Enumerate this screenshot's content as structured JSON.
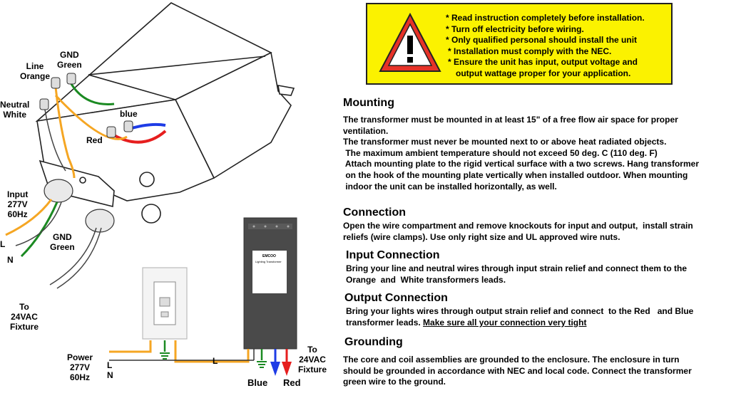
{
  "warning": {
    "items": [
      "* Read instruction completely before installation.",
      "* Turn off electricity before wiring.",
      "* Only qualified personal should install the unit",
      "* Installation must comply with the NEC.",
      "* Ensure the unit has input, output voltage and",
      "output wattage proper for your application."
    ]
  },
  "diagram": {
    "line_orange": [
      "Line",
      "Orange"
    ],
    "gnd_green_top": [
      "GND",
      "Green"
    ],
    "neutral_white": [
      "Neutral",
      "White"
    ],
    "blue": "blue",
    "red": "Red",
    "input_spec": [
      "Input",
      "277V",
      "60Hz"
    ],
    "l_left": "L",
    "n_left": "N",
    "gnd_green_bottom": [
      "GND",
      "Green"
    ],
    "to_fixture_left": [
      "To",
      "24VAC",
      "Fixture"
    ],
    "power_spec": [
      "Power",
      "277V",
      "60Hz"
    ],
    "l_power": "L",
    "n_power": "N",
    "l_mid": "L",
    "to_fixture_right": [
      "To",
      "24VAC",
      "Fixture"
    ],
    "blue_bottom": "Blue",
    "red_bottom": "Red",
    "product_brand": "EMCOO",
    "product_name": "Lighting Transformer"
  },
  "sections": {
    "mounting": {
      "heading": "Mounting",
      "lines": [
        "The transformer must be mounted in at least 15\" of a free flow air space for proper",
        "ventilation.",
        "The transformer must never be mounted next to or above heat radiated objects.",
        " The maximum ambient temperature should not exceed 50 deg. C (110 deg. F)",
        " Attach mounting plate to the rigid vertical surface with a two screws. Hang transformer",
        " on the hook of the mounting plate vertically when installed outdoor. When mounting",
        " indoor the unit can be installed horizontally, as well."
      ]
    },
    "connection": {
      "heading": "Connection",
      "lines": [
        "Open the wire compartment and remove knockouts for input and output,  install strain",
        "reliefs (wire clamps). Use only right size and UL approved wire nuts."
      ]
    },
    "input": {
      "heading": "Input Connection",
      "lines": [
        "Bring your line and neutral wires through input strain relief and connect them to the",
        "Orange  and  White transformers leads."
      ]
    },
    "output": {
      "heading": "Output Connection",
      "lines": [
        "Bring your lights wires through output strain relief and connect  to the Red   and Blue",
        "transformer leads. "
      ],
      "underlined": "Make sure all your connection very tight"
    },
    "grounding": {
      "heading": "Grounding",
      "lines": [
        "The core and coil assemblies are grounded to the enclosure. The enclosure in turn",
        "should be grounded in accordance with NEC and local code. Connect the transformer",
        "green wire to the ground."
      ]
    }
  }
}
